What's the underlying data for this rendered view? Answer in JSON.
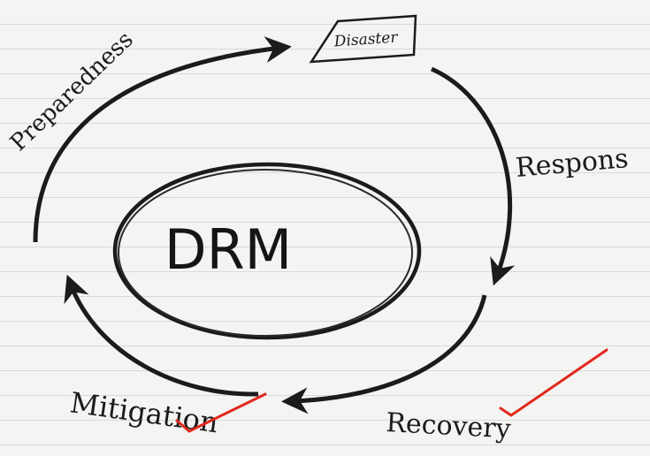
{
  "diagram": {
    "center_label": "DRM",
    "nodes": {
      "disaster": "Disaster",
      "response": "Respons",
      "recovery": "Recovery",
      "mitigation": "Mitigation",
      "preparedness": "Preparedness"
    },
    "colors": {
      "ink": "#1b1b1b",
      "correction": "#e0281c"
    }
  }
}
